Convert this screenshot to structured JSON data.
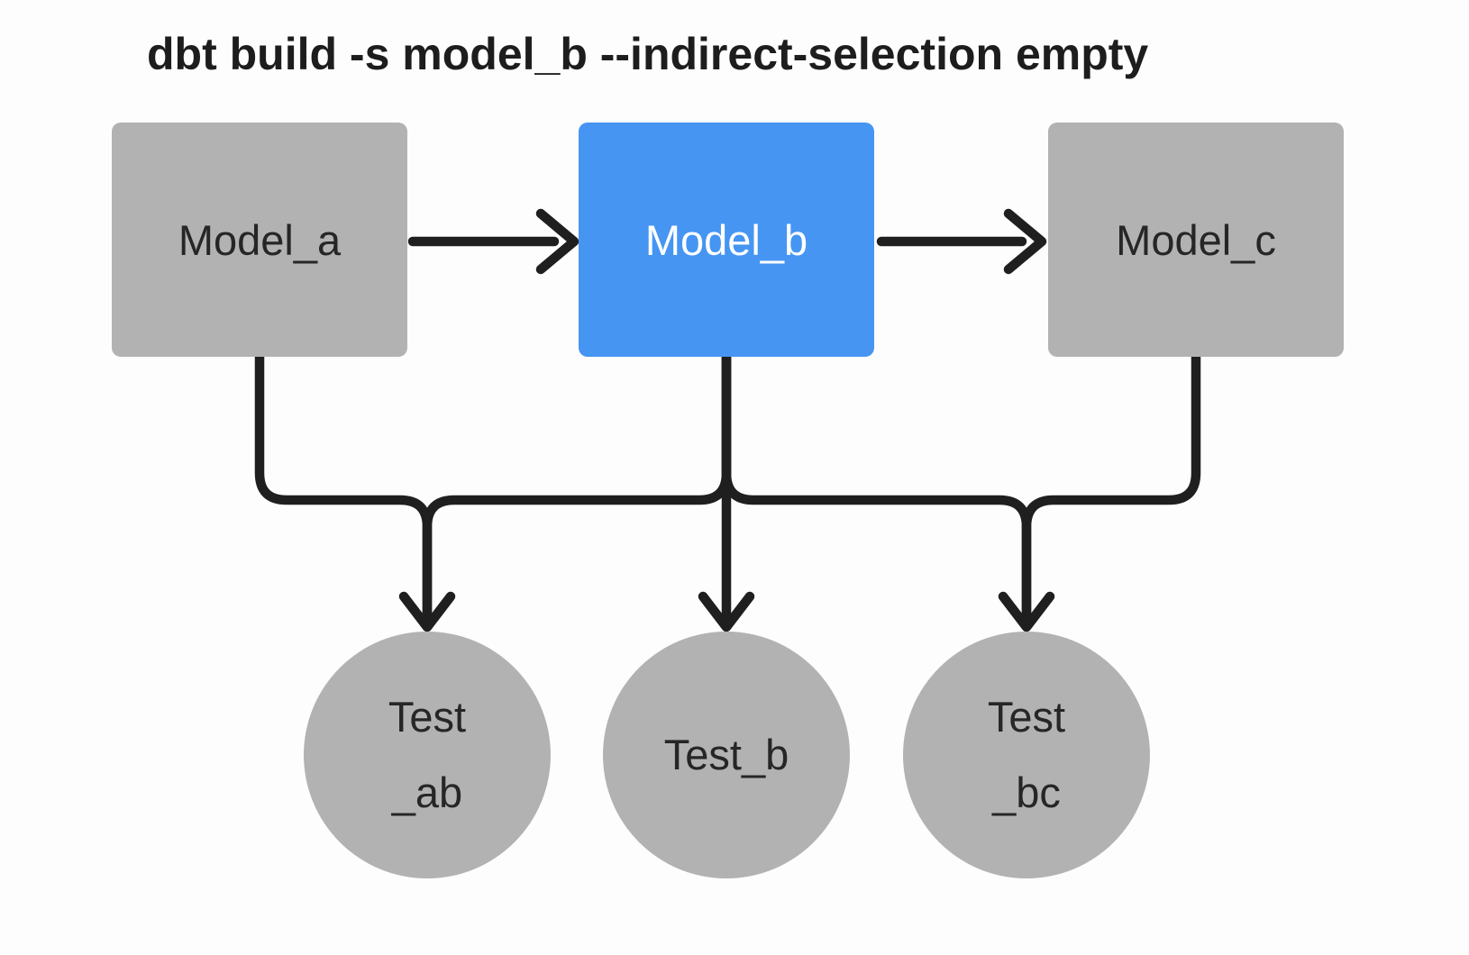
{
  "title": "dbt build -s model_b --indirect-selection empty",
  "colors": {
    "background": "#fdfdfd",
    "node_gray": "#b2b2b2",
    "selected_blue": "#4695f3",
    "edge_black": "#1f1f1f",
    "text_dark": "#262626",
    "text_on_blue": "#ffffff"
  },
  "nodes": {
    "models": [
      {
        "id": "model_a",
        "label": "Model_a",
        "selected": false
      },
      {
        "id": "model_b",
        "label": "Model_b",
        "selected": true
      },
      {
        "id": "model_c",
        "label": "Model_c",
        "selected": false
      }
    ],
    "tests": [
      {
        "id": "test_ab",
        "line1": "Test",
        "line2": "_ab"
      },
      {
        "id": "test_b",
        "line1": "Test_b",
        "line2": ""
      },
      {
        "id": "test_bc",
        "line1": "Test",
        "line2": "_bc"
      }
    ]
  },
  "edges": [
    {
      "from": "model_a",
      "to": "model_b",
      "type": "model-dependency-arrow"
    },
    {
      "from": "model_b",
      "to": "model_c",
      "type": "model-dependency-arrow"
    },
    {
      "from": "model_a",
      "to": "test_ab",
      "type": "test-edge-arrow"
    },
    {
      "from": "model_b",
      "to": "test_ab",
      "type": "test-edge-arrow"
    },
    {
      "from": "model_b",
      "to": "test_b",
      "type": "test-edge-arrow"
    },
    {
      "from": "model_b",
      "to": "test_bc",
      "type": "test-edge-arrow"
    },
    {
      "from": "model_c",
      "to": "test_bc",
      "type": "test-edge-arrow"
    }
  ]
}
